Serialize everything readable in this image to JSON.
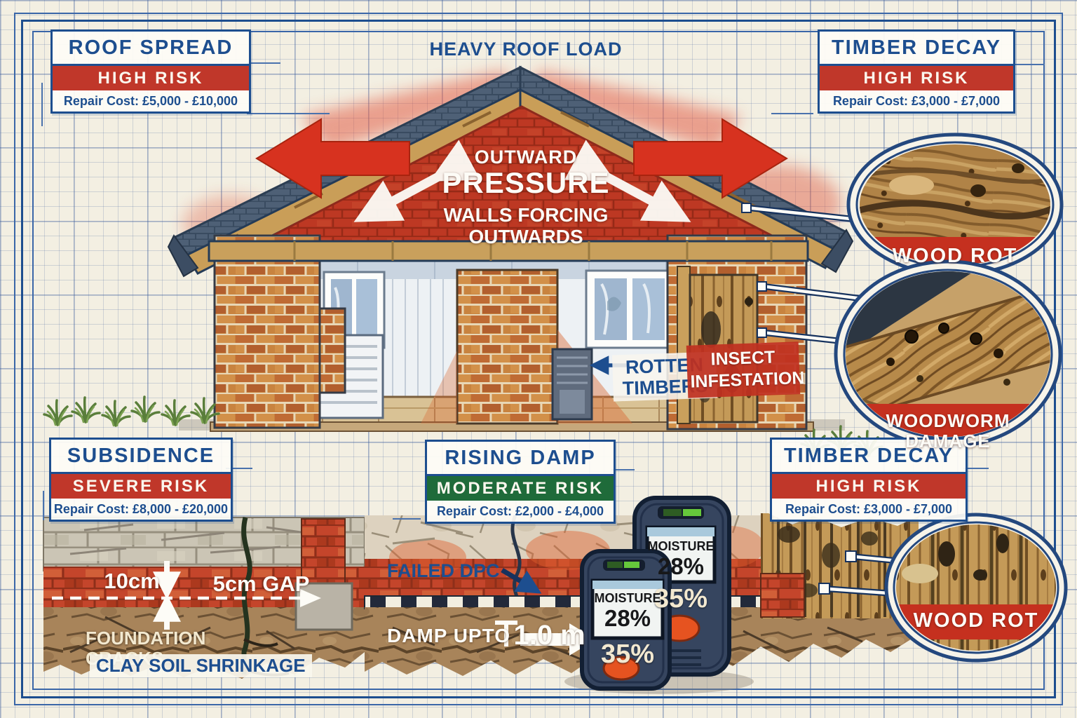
{
  "panels": {
    "roof_spread": {
      "title": "ROOF SPREAD",
      "risk": "HIGH RISK",
      "cost": "Repair Cost: £5,000 - £10,000"
    },
    "timber_decay_top": {
      "title": "TIMBER DECAY",
      "risk": "HIGH RISK",
      "cost": "Repair Cost: £3,000 - £7,000"
    },
    "subsidence": {
      "title": "SUBSIDENCE",
      "risk": "SEVERE RISK",
      "cost": "Repair Cost: £8,000 - £20,000"
    },
    "rising_damp": {
      "title": "RISING DAMP",
      "risk": "MODERATE RISK",
      "cost": "Repair Cost: £2,000 - £4,000"
    },
    "timber_decay_bottom": {
      "title": "TIMBER DECAY",
      "risk": "HIGH RISK",
      "cost": "Repair Cost: £3,000 - £7,000"
    }
  },
  "roof": {
    "load_label": "HEAVY ROOF LOAD",
    "pressure_line1": "OUTWARD",
    "pressure_line2": "PRESSURE",
    "pressure_line3": "WALLS FORCING OUTWARDS"
  },
  "wall_labels": {
    "rotten_line1": "ROTTEN",
    "rotten_line2": "TIMBERS",
    "insect_line1": "INSECT",
    "insect_line2": "INFESTATION"
  },
  "callouts": {
    "wood_rot_top": "WOOD ROT",
    "woodworm_damage": "WOODWORM DAMAGE",
    "wood_rot_bottom": "WOOD ROT"
  },
  "ground": {
    "drop_label": "10cm",
    "gap_label": "5cm GAP",
    "foundation_label": "FOUNDATION CRACKS",
    "clay_label": "CLAY SOIL SHRINKAGE",
    "dpc_label": "FAILED DPC",
    "damp_label": "DAMP UPTO",
    "damp_depth": "1.0 m"
  },
  "moisture_meter": {
    "screen_label": "MOISTURE",
    "screen_value": "28%",
    "body_value": "35%"
  },
  "colors": {
    "navy": "#1d4e8f",
    "risk_red": "#c0372a",
    "risk_green": "#1f6b3a",
    "arrow_red": "#d7321f",
    "gable_brick": "#bd3823",
    "paper": "#f3efe2",
    "grid_blue": "#9fb3d4",
    "wood": "#c49a58",
    "soil": "#a8845a"
  }
}
